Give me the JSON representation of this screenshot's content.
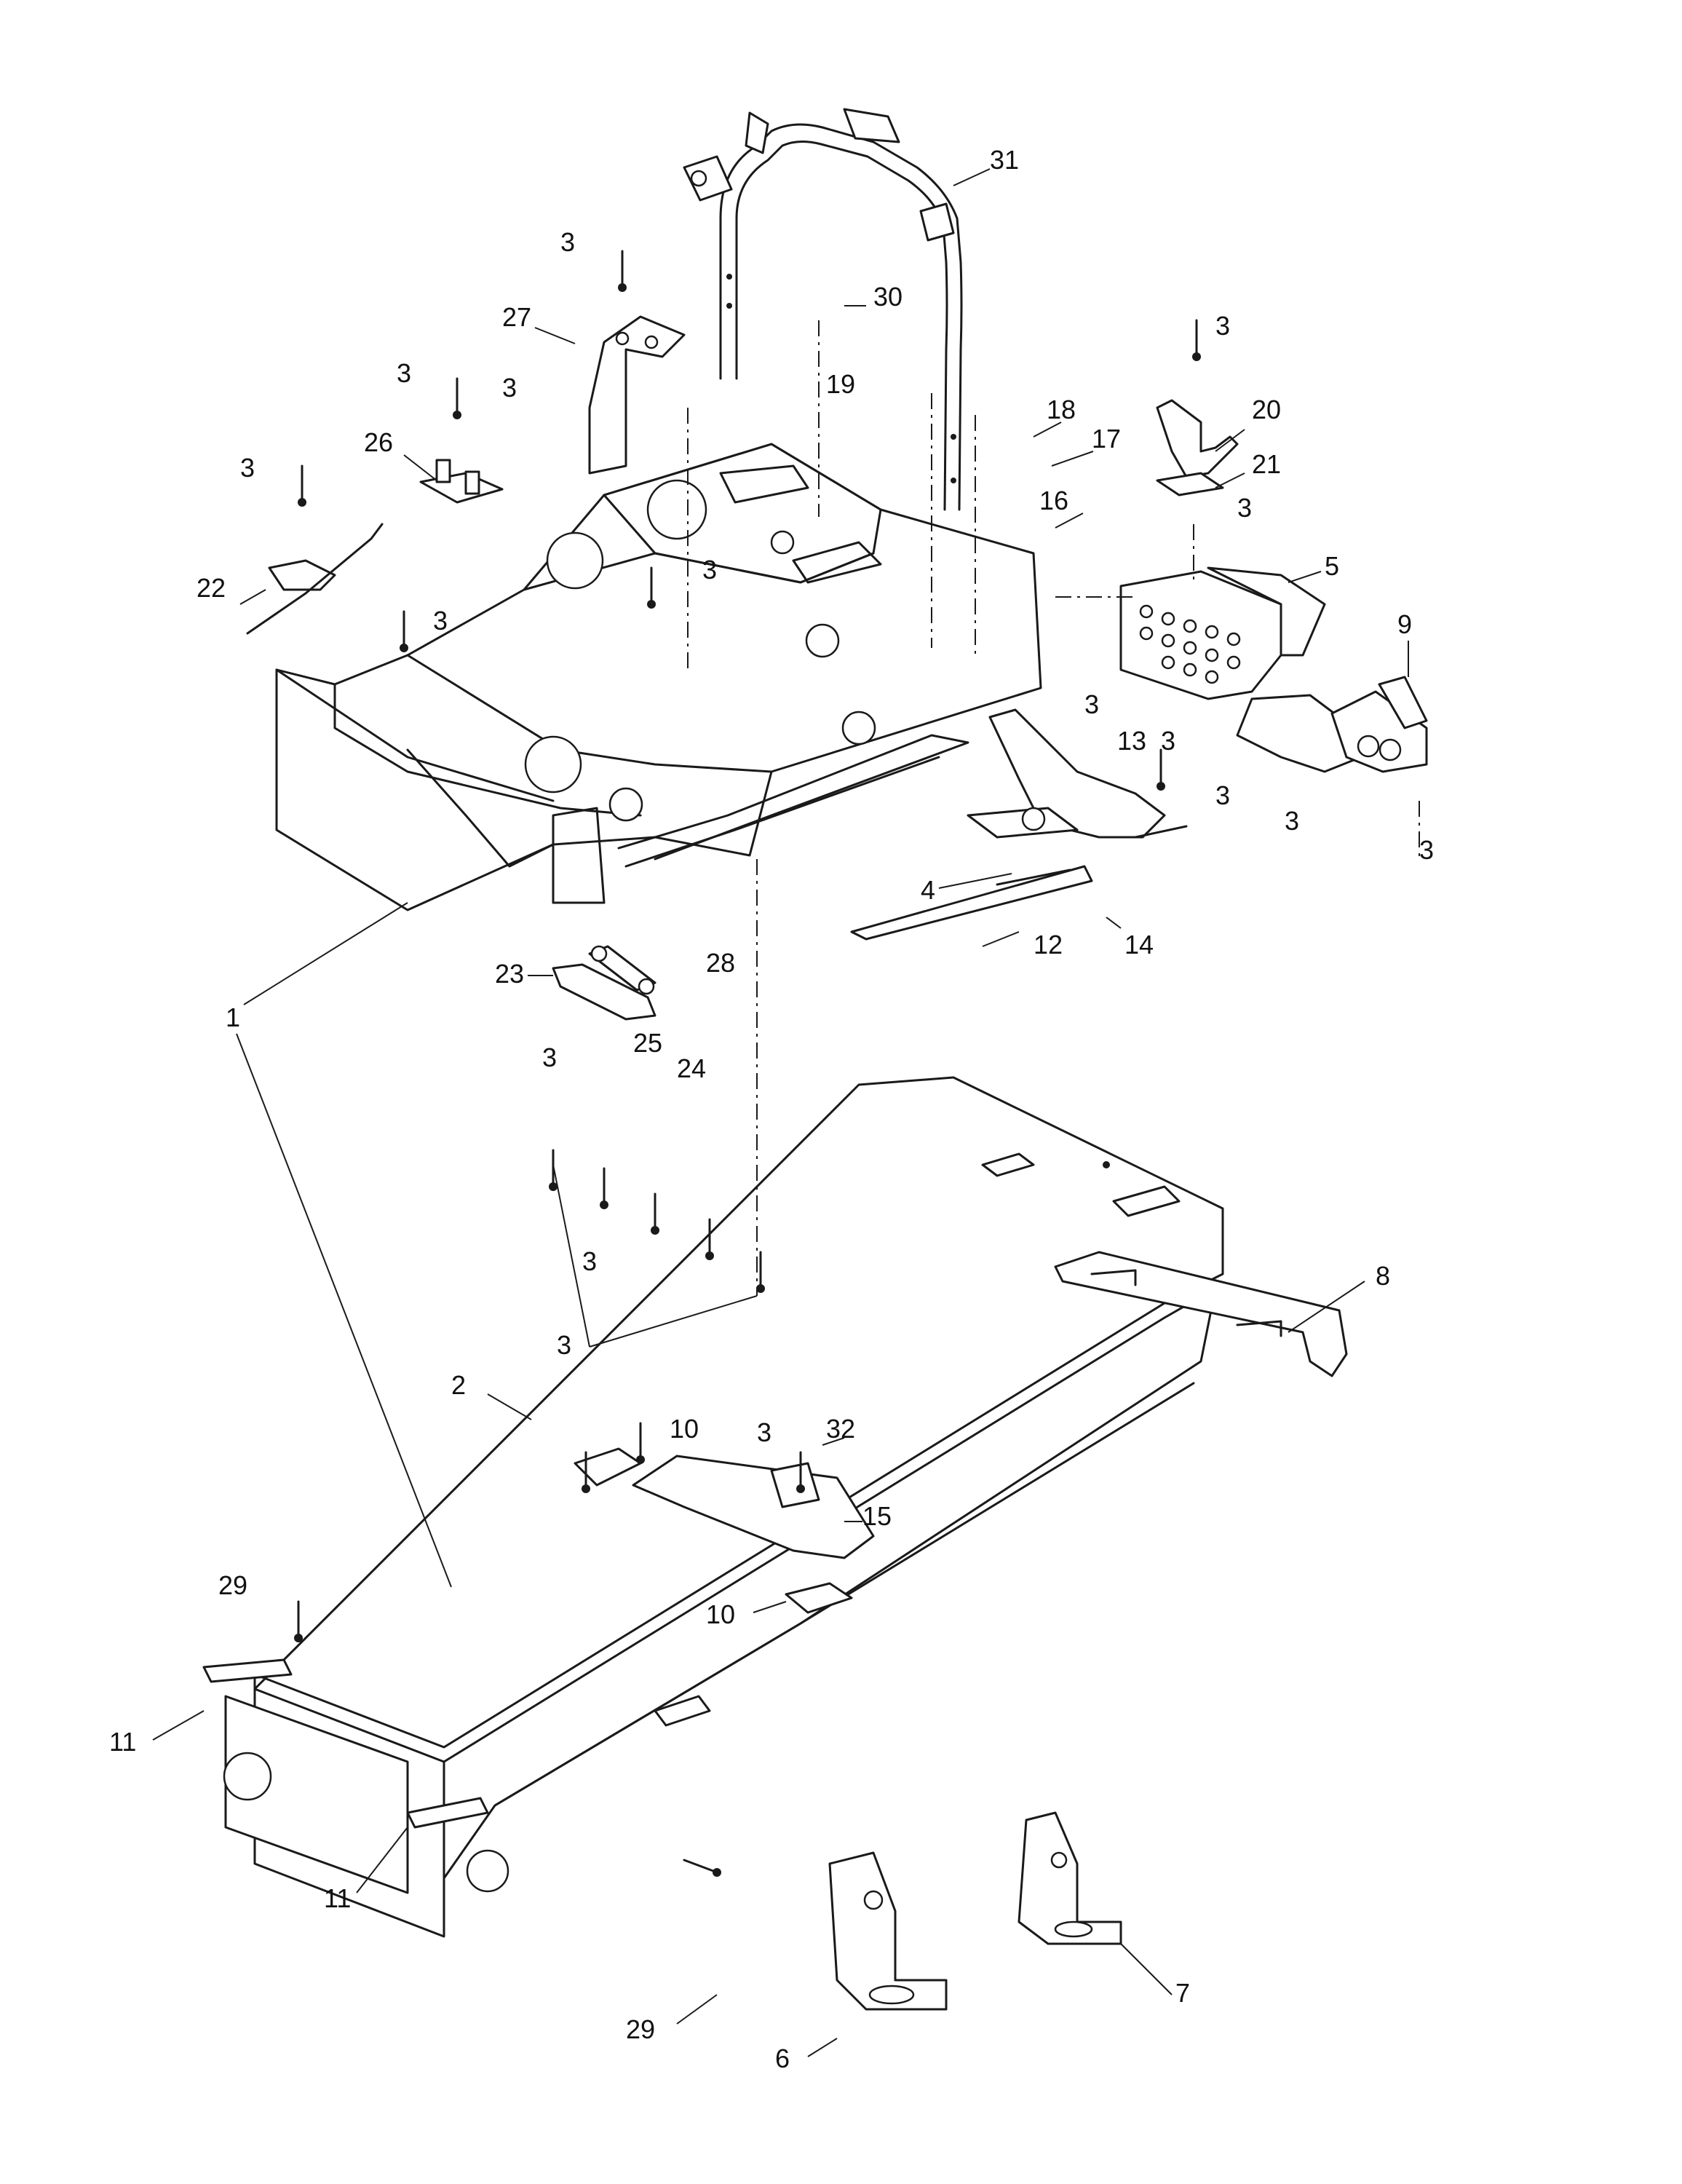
{
  "diagram": {
    "type": "exploded-parts-diagram",
    "line_color": "#1a1a1a",
    "background": "#ffffff",
    "callouts": [
      {
        "id": "c31",
        "text": "31"
      },
      {
        "id": "c30",
        "text": "30"
      },
      {
        "id": "c19",
        "text": "19"
      },
      {
        "id": "c18",
        "text": "18"
      },
      {
        "id": "c17",
        "text": "17"
      },
      {
        "id": "c16",
        "text": "16"
      },
      {
        "id": "c20",
        "text": "20"
      },
      {
        "id": "c21",
        "text": "21"
      },
      {
        "id": "c5",
        "text": "5"
      },
      {
        "id": "c9",
        "text": "9"
      },
      {
        "id": "c13",
        "text": "13"
      },
      {
        "id": "c4",
        "text": "4"
      },
      {
        "id": "c12",
        "text": "12"
      },
      {
        "id": "c14",
        "text": "14"
      },
      {
        "id": "c27",
        "text": "27"
      },
      {
        "id": "c26",
        "text": "26"
      },
      {
        "id": "c22",
        "text": "22"
      },
      {
        "id": "c1",
        "text": "1"
      },
      {
        "id": "c23",
        "text": "23"
      },
      {
        "id": "c28",
        "text": "28"
      },
      {
        "id": "c25",
        "text": "25"
      },
      {
        "id": "c24",
        "text": "24"
      },
      {
        "id": "c8",
        "text": "8"
      },
      {
        "id": "c10a",
        "text": "10"
      },
      {
        "id": "c32",
        "text": "32"
      },
      {
        "id": "c15",
        "text": "15"
      },
      {
        "id": "c10b",
        "text": "10"
      },
      {
        "id": "c2",
        "text": "2"
      },
      {
        "id": "c29a",
        "text": "29"
      },
      {
        "id": "c11a",
        "text": "11"
      },
      {
        "id": "c11b",
        "text": "11"
      },
      {
        "id": "c29b",
        "text": "29"
      },
      {
        "id": "c7",
        "text": "7"
      },
      {
        "id": "c6",
        "text": "6"
      },
      {
        "id": "c3a",
        "text": "3"
      },
      {
        "id": "c3b",
        "text": "3"
      },
      {
        "id": "c3c",
        "text": "3"
      },
      {
        "id": "c3d",
        "text": "3"
      },
      {
        "id": "c3e",
        "text": "3"
      },
      {
        "id": "c3f",
        "text": "3"
      },
      {
        "id": "c3g",
        "text": "3"
      },
      {
        "id": "c3h",
        "text": "3"
      },
      {
        "id": "c3i",
        "text": "3"
      },
      {
        "id": "c3j",
        "text": "3"
      },
      {
        "id": "c3k",
        "text": "3"
      },
      {
        "id": "c3l",
        "text": "3"
      },
      {
        "id": "c3m",
        "text": "3"
      },
      {
        "id": "c3n",
        "text": "3"
      },
      {
        "id": "c3o",
        "text": "3"
      },
      {
        "id": "c3p",
        "text": "3"
      },
      {
        "id": "c3q",
        "text": "3"
      }
    ]
  }
}
